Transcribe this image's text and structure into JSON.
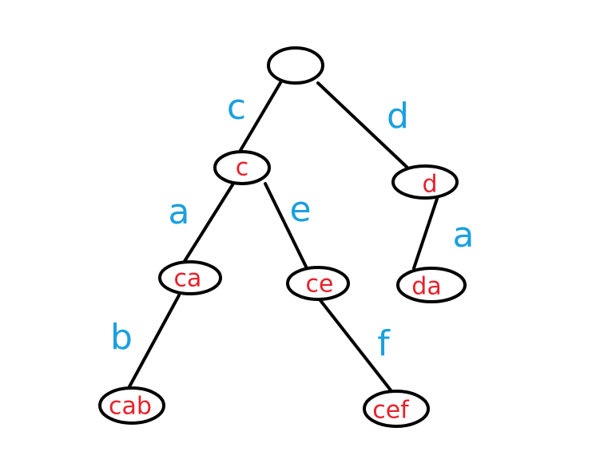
{
  "colors": {
    "node_label": "#e8202a",
    "edge_label": "#1aa0e0",
    "stroke": "#000000"
  },
  "tree": {
    "nodes": [
      {
        "id": "root",
        "label": ""
      },
      {
        "id": "c",
        "label": "c"
      },
      {
        "id": "d",
        "label": "d"
      },
      {
        "id": "ca",
        "label": "ca"
      },
      {
        "id": "ce",
        "label": "ce"
      },
      {
        "id": "da",
        "label": "da"
      },
      {
        "id": "cab",
        "label": "cab"
      },
      {
        "id": "cef",
        "label": "cef"
      }
    ],
    "edges": [
      {
        "from": "root",
        "to": "c",
        "label": "c"
      },
      {
        "from": "root",
        "to": "d",
        "label": "d"
      },
      {
        "from": "c",
        "to": "ca",
        "label": "a"
      },
      {
        "from": "c",
        "to": "ce",
        "label": "e"
      },
      {
        "from": "d",
        "to": "da",
        "label": "a"
      },
      {
        "from": "ca",
        "to": "cab",
        "label": "b"
      },
      {
        "from": "ce",
        "to": "cef",
        "label": "f"
      }
    ]
  }
}
